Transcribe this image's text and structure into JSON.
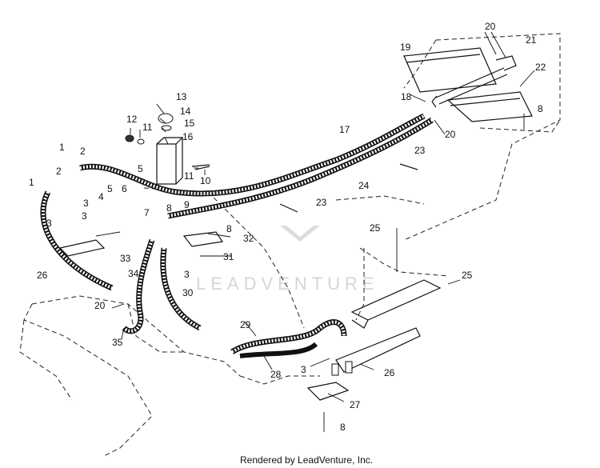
{
  "watermark": "LEADVENTURE",
  "footer": "Rendered by LeadVenture, Inc.",
  "callouts": [
    "1",
    "2",
    "1",
    "2",
    "3",
    "3",
    "3",
    "4",
    "5",
    "5",
    "6",
    "7",
    "8",
    "9",
    "8",
    "10",
    "11",
    "11",
    "12",
    "13",
    "14",
    "15",
    "16",
    "17",
    "18",
    "19",
    "20",
    "20",
    "20",
    "21",
    "22",
    "8",
    "23",
    "23",
    "24",
    "25",
    "25",
    "26",
    "26",
    "27",
    "8",
    "28",
    "29",
    "30",
    "31",
    "32",
    "33",
    "34",
    "35",
    "3",
    "3"
  ]
}
